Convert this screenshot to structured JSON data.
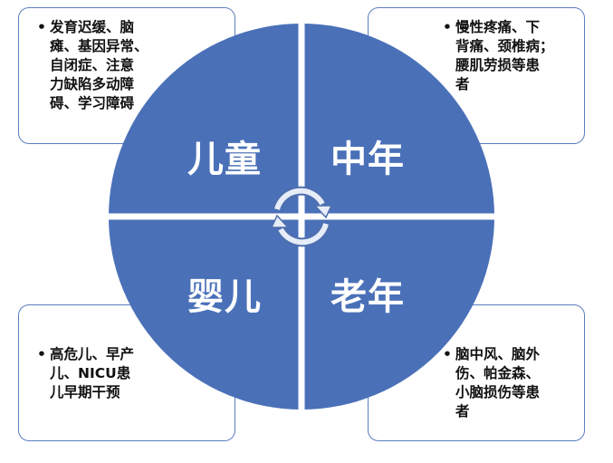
{
  "colors": {
    "circle_fill": "#4a70b8",
    "divider": "#ffffff",
    "box_border": "#5b7dc0",
    "label_text": "#ffffff",
    "bullet_text": "#111111",
    "arrow_fill": "#e6edf8"
  },
  "icons": {
    "cycle": "circular-arrows-icon"
  },
  "quadrants": {
    "top_left": {
      "label": "儿童",
      "lines": [
        "发育迟缓、脑",
        "瘫、基因异常、",
        "自闭症、注意",
        "力缺陷多动障",
        "碍、学习障碍"
      ]
    },
    "top_right": {
      "label": "中年",
      "lines": [
        "慢性疼痛、下",
        "背痛、颈椎病；",
        "腰肌劳损等患",
        "者"
      ]
    },
    "bottom_left": {
      "label": "婴儿",
      "lines": [
        "高危儿、早产",
        "儿、NICU患",
        "儿早期干预"
      ]
    },
    "bottom_right": {
      "label": "老年",
      "lines": [
        "脑中风、脑外",
        "伤、帕金森、",
        "小脑损伤等患",
        "者"
      ]
    }
  }
}
